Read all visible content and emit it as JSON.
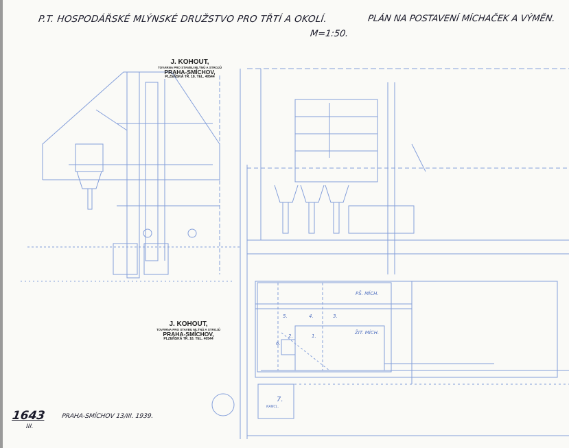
{
  "title_left": "P.T. HOSPODÁŘSKÉ MLÝNSKÉ DRUŽSTVO PRO TŘTÍ A OKOLÍ.",
  "title_right": "PLÁN NA POSTAVENÍ MÍCHAČEK A VÝMĚN.",
  "scale": "M=1:50.",
  "stamp": {
    "name": "J. KOHOUT,",
    "line2": "TOVÁRNA PRO STAVBU MLÝNŮ A STROJŮ",
    "city": "PRAHA-SMÍCHOV,",
    "address": "PLZEŇSKÁ TŘ. 18. TEL. 40544"
  },
  "drawing_number": "1643",
  "drawing_sub": "III.",
  "place_date": "PRAHA-SMÍCHOV 13/III. 1939.",
  "plan_labels": {
    "wheat_mixer": "PŠ. MÍCH.",
    "rye_mixer": "ŽIT. MÍCH.",
    "office": "KANCL.",
    "n1": "1.",
    "n2": "2.",
    "n3": "3.",
    "n4": "4.",
    "n5": "5.",
    "n6": "6.",
    "n7": "7."
  },
  "colors": {
    "ink": "#1a1a2a",
    "blueprint": "#5f7fcf",
    "paper": "#fafaf7"
  }
}
